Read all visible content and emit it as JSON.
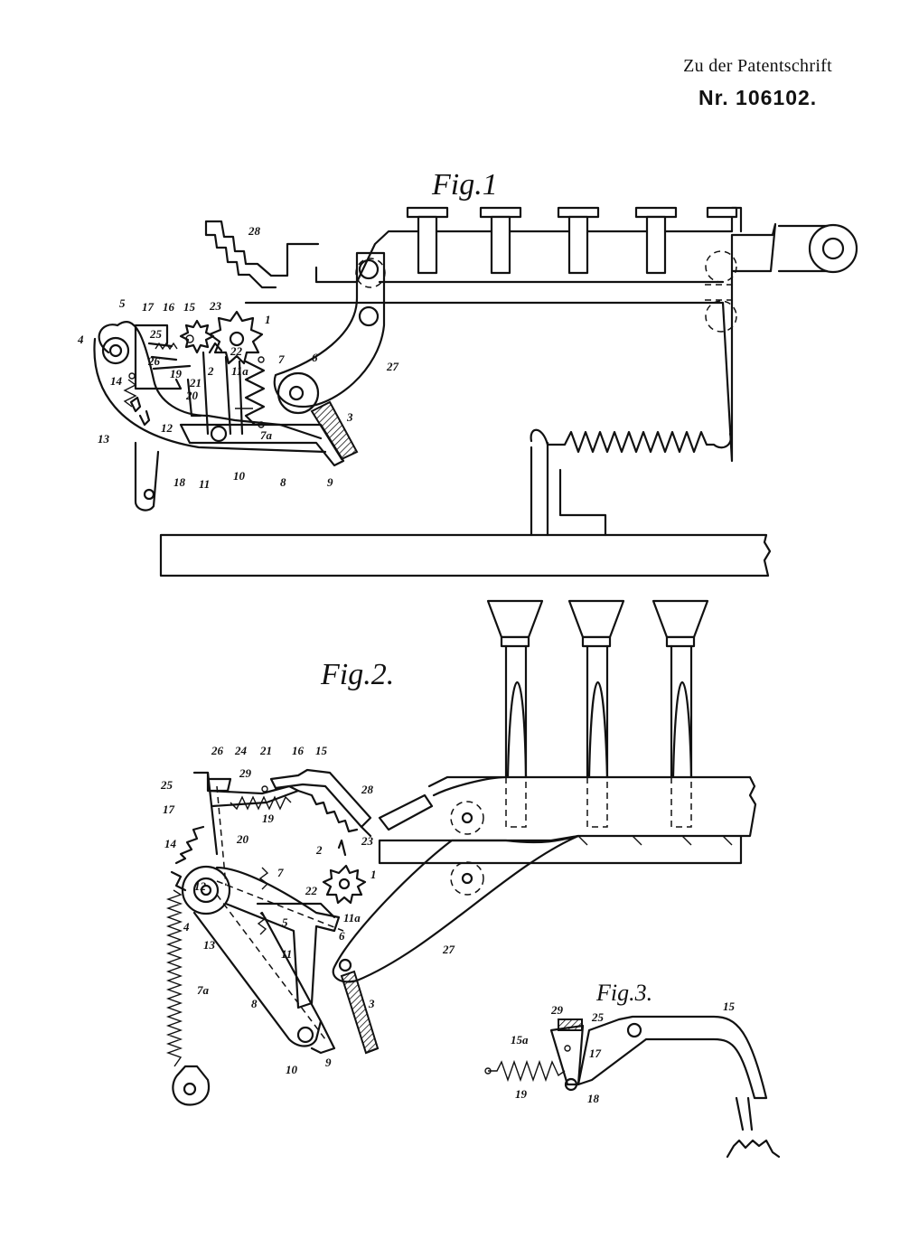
{
  "header": {
    "line1": "Zu der Patentschrift",
    "line2": "Nr. 106102."
  },
  "fig1": {
    "title": "Fig.1",
    "labels": {
      "l1": "1",
      "l2": "2",
      "l3": "3",
      "l4": "4",
      "l5": "5",
      "l6": "6",
      "l7": "7",
      "l7a": "7a",
      "l8": "8",
      "l9": "9",
      "l10": "10",
      "l11": "11",
      "l11a": "11a",
      "l12": "12",
      "l13": "13",
      "l14": "14",
      "l15": "15",
      "l16": "16",
      "l17": "17",
      "l18": "18",
      "l19": "19",
      "l20": "20",
      "l21": "21",
      "l22": "22",
      "l23": "23",
      "l25": "25",
      "l26": "26",
      "l27": "27",
      "l28": "28"
    }
  },
  "fig2": {
    "title": "Fig.2.",
    "labels": {
      "l1": "1",
      "l2": "2",
      "l3": "3",
      "l4": "4",
      "l5": "5",
      "l6": "6",
      "l7": "7",
      "l7a": "7a",
      "l8": "8",
      "l9": "9",
      "l10": "10",
      "l11": "11",
      "l11a": "11a",
      "l12": "12",
      "l13": "13",
      "l14": "14",
      "l15": "15",
      "l16": "16",
      "l17": "17",
      "l19": "19",
      "l20": "20",
      "l21": "21",
      "l22": "22",
      "l23": "23",
      "l24": "24",
      "l25": "25",
      "l26": "26",
      "l27": "27",
      "l28": "28",
      "l29": "29"
    }
  },
  "fig3": {
    "title": "Fig.3.",
    "labels": {
      "l15": "15",
      "l15a": "15a",
      "l17": "17",
      "l18": "18",
      "l19": "19",
      "l25": "25",
      "l29": "29"
    }
  }
}
